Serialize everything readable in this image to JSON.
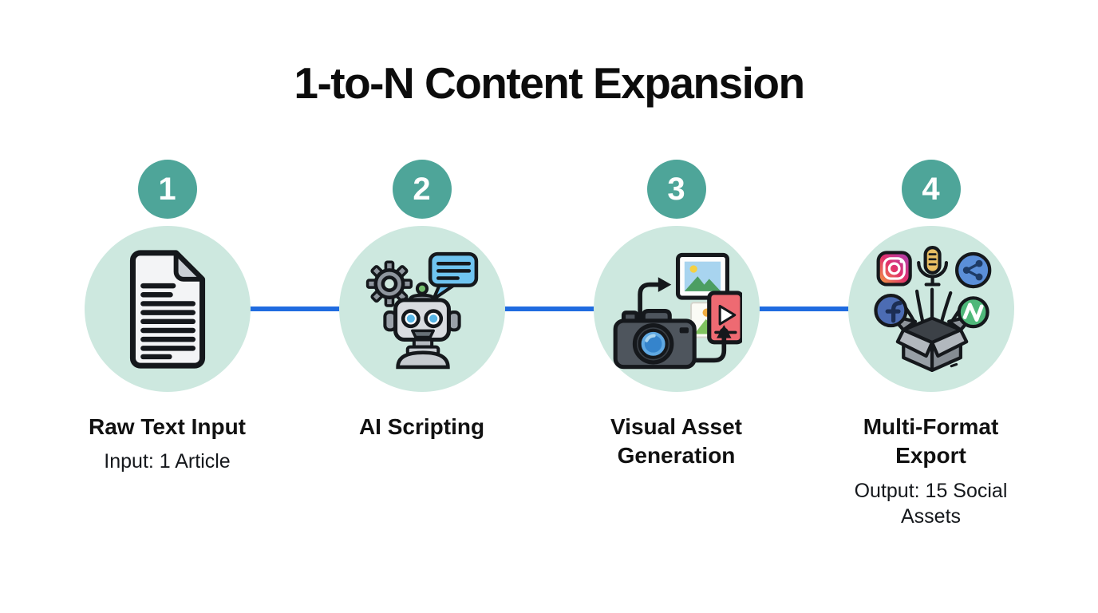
{
  "title": "1-to-N Content Expansion",
  "colors": {
    "background": "#ffffff",
    "step_number_circle": "#4ea599",
    "icon_circle": "#cde8df",
    "connector_line": "#1f6be0",
    "text": "#111111"
  },
  "steps": [
    {
      "number": "1",
      "title": "Raw Text Input",
      "subtitle": "Input: 1 Article",
      "icon": "document-icon"
    },
    {
      "number": "2",
      "title": "AI Scripting",
      "subtitle": "",
      "icon": "robot-ai-icon",
      "sub_icons": [
        "gear-icon",
        "speech-bubble-icon"
      ]
    },
    {
      "number": "3",
      "title": "Visual Asset Generation",
      "subtitle": "",
      "icon": "camera-media-icon",
      "sub_icons": [
        "photo-icon",
        "video-card-icon",
        "cycle-arrows-icon"
      ]
    },
    {
      "number": "4",
      "title": "Multi-Format Export",
      "subtitle": "Output: 15 Social Assets",
      "icon": "export-box-icon",
      "sub_icons": [
        "instagram-icon",
        "microphone-icon",
        "share-icon",
        "facebook-icon",
        "wave-icon"
      ]
    }
  ],
  "connector_count": 3
}
